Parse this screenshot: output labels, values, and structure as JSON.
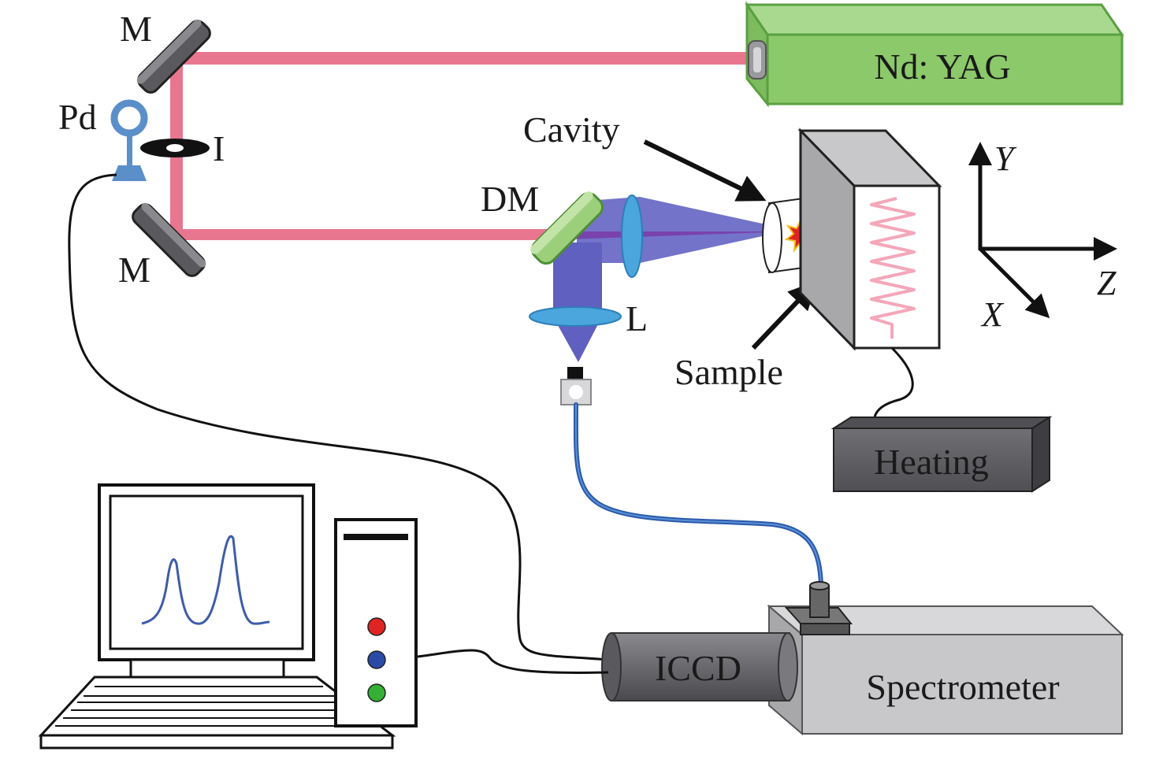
{
  "labels": {
    "mirror_top": "M",
    "mirror_bottom": "M",
    "photodiode": "Pd",
    "iris": "I",
    "laser": "Nd: YAG",
    "cavity": "Cavity",
    "dichroic_mirror": "DM",
    "lens": "L",
    "sample": "Sample",
    "heating": "Heating",
    "iccd": "ICCD",
    "spectrometer": "Spectrometer"
  },
  "axes": {
    "y": "Y",
    "z": "Z",
    "x": "X"
  },
  "colors": {
    "laser_beam": "#e8768e",
    "laser_body": "#8cc96a",
    "laser_edge": "#5aa040",
    "plasma_light": "#5a5ab8",
    "fiber": "#3b6db5",
    "lens": "#4aa6dc",
    "dm": "#9ccf7a",
    "photodiode": "#5a8fc9",
    "sample_plate": "#ef9a7c",
    "heater_coil": "#f4a7b9",
    "heating_box": "#5f6064",
    "iccd_body": "#6c6c70",
    "spectrometer_body": "#c8c8ca",
    "spectrum_trace": "#3f5ca8",
    "led_red": "#e02424",
    "led_blue": "#2a4aa8",
    "led_green": "#34b034"
  }
}
